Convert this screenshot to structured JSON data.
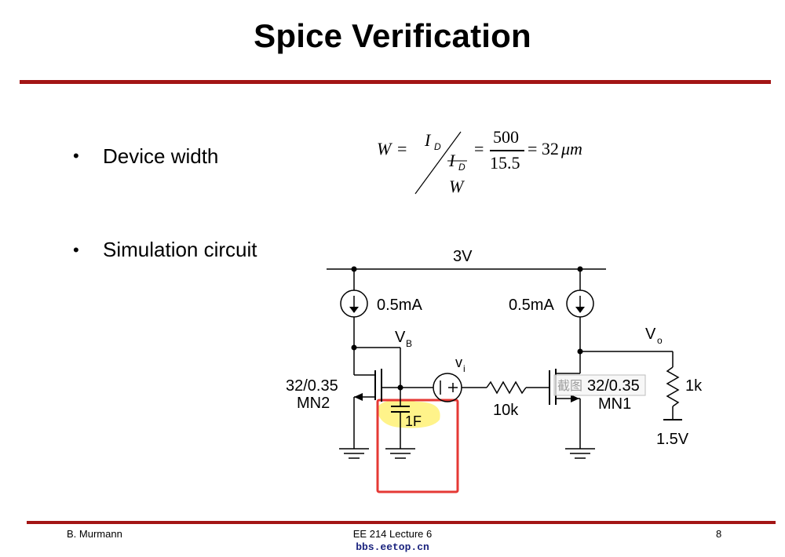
{
  "slide": {
    "title": "Spice Verification",
    "bullets": [
      {
        "label": "Device width"
      },
      {
        "label": "Simulation circuit"
      }
    ],
    "equation": {
      "lhs": "W",
      "eq1": "=",
      "id_top": "I",
      "id_top_sub": "D",
      "id_bot": "I",
      "id_bot_sub": "D",
      "w_bot": "W",
      "eq2": "=",
      "numerator": "500",
      "denominator": "15.5",
      "result": "= 32",
      "unit": "μm"
    },
    "circuit": {
      "supply": "3V",
      "current_left": "0.5mA",
      "current_right": "0.5mA",
      "vb_label": "V",
      "vb_sub": "B",
      "vo_label": "V",
      "vo_sub": "o",
      "vi_label": "v",
      "vi_sub": "i",
      "mn2_size": "32/0.35",
      "mn2_name": "MN2",
      "mn1_size": "32/0.35",
      "mn1_name": "MN1",
      "cap_label": "1F",
      "res_in": "10k",
      "res_out": "1k",
      "bias": "1.5V",
      "screenshot_tag": "截图"
    },
    "footer": {
      "author": "B. Murmann",
      "course": "EE 214 Lecture 6",
      "page": "8",
      "watermark": "bbs.eetop.cn"
    },
    "colors": {
      "rule": "#a31515",
      "highlight": "#fff176",
      "annotation_box": "#e53935"
    }
  }
}
